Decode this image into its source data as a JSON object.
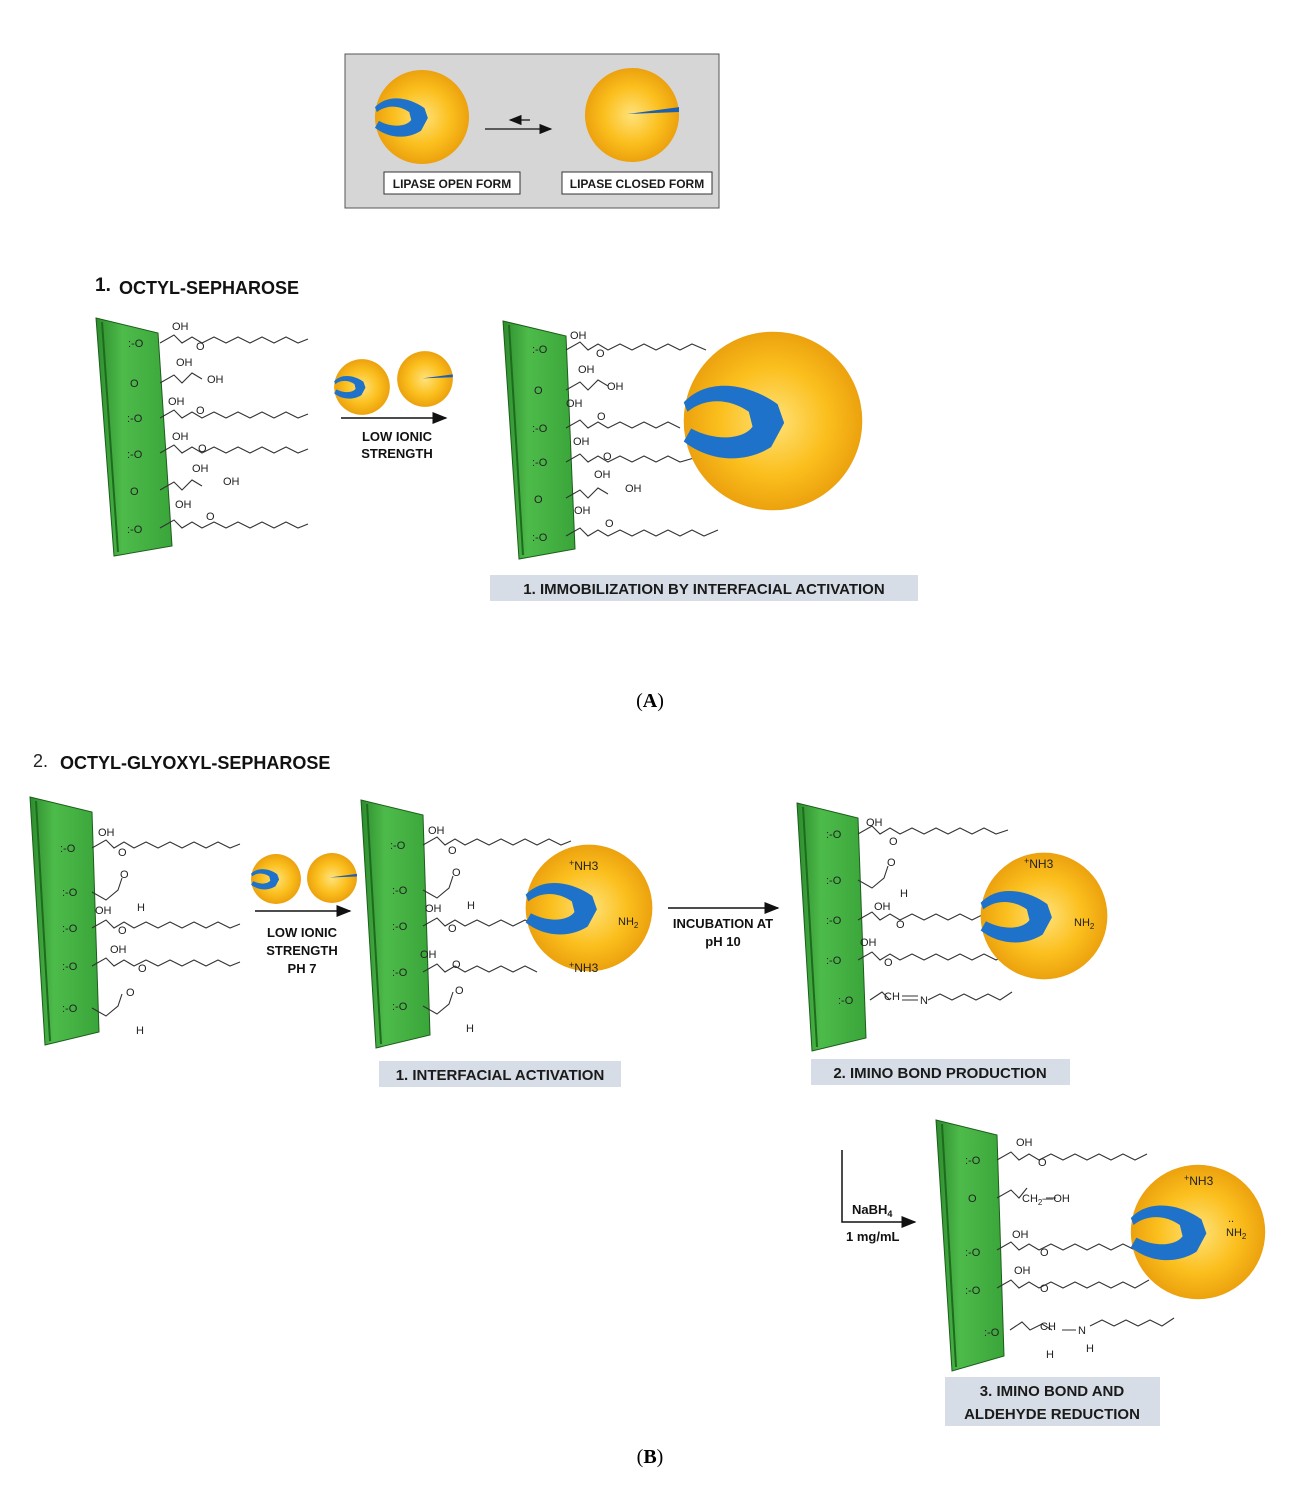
{
  "legend": {
    "open_form": "LIPASE OPEN FORM",
    "closed_form": "LIPASE CLOSED FORM"
  },
  "panel_a": {
    "number": "1.",
    "title": "OCTYL-SEPHAROSE",
    "arrow_label_line1": "LOW IONIC",
    "arrow_label_line2": "STRENGTH",
    "step_label": "1. IMMOBILIZATION  BY INTERFACIAL ACTIVATION",
    "caption_open": "(",
    "caption_letter": "A",
    "caption_close": ")"
  },
  "panel_b": {
    "number": "2.",
    "title": "OCTYL-GLYOXYL-SEPHAROSE",
    "arrow1_line1": "LOW IONIC",
    "arrow1_line2": "STRENGTH",
    "arrow1_line3": "PH 7",
    "arrow2_line1": "INCUBATION AT",
    "arrow2_line2": "pH 10",
    "arrow3_line1": "NaBH",
    "arrow3_sub": "4",
    "arrow3_line2": "1 mg/mL",
    "step1_label": "1. INTERFACIAL ACTIVATION",
    "step2_label": "2. IMINO BOND PRODUCTION",
    "step3_line1": "3. IMINO BOND AND",
    "step3_line2": "ALDEHYDE REDUCTION",
    "caption_open": "(",
    "caption_letter": "B",
    "caption_close": ")"
  },
  "chem": {
    "oh": "OH",
    "o": "O",
    "ro": ":-O",
    "h": "H",
    "n": "N",
    "ch": "CH",
    "nh3": "NH3",
    "plus": "+",
    "nh2": "NH",
    "sub2": "2",
    "ch2oh": "CH",
    "dots": "..",
    "minus_oh": "—OH"
  }
}
